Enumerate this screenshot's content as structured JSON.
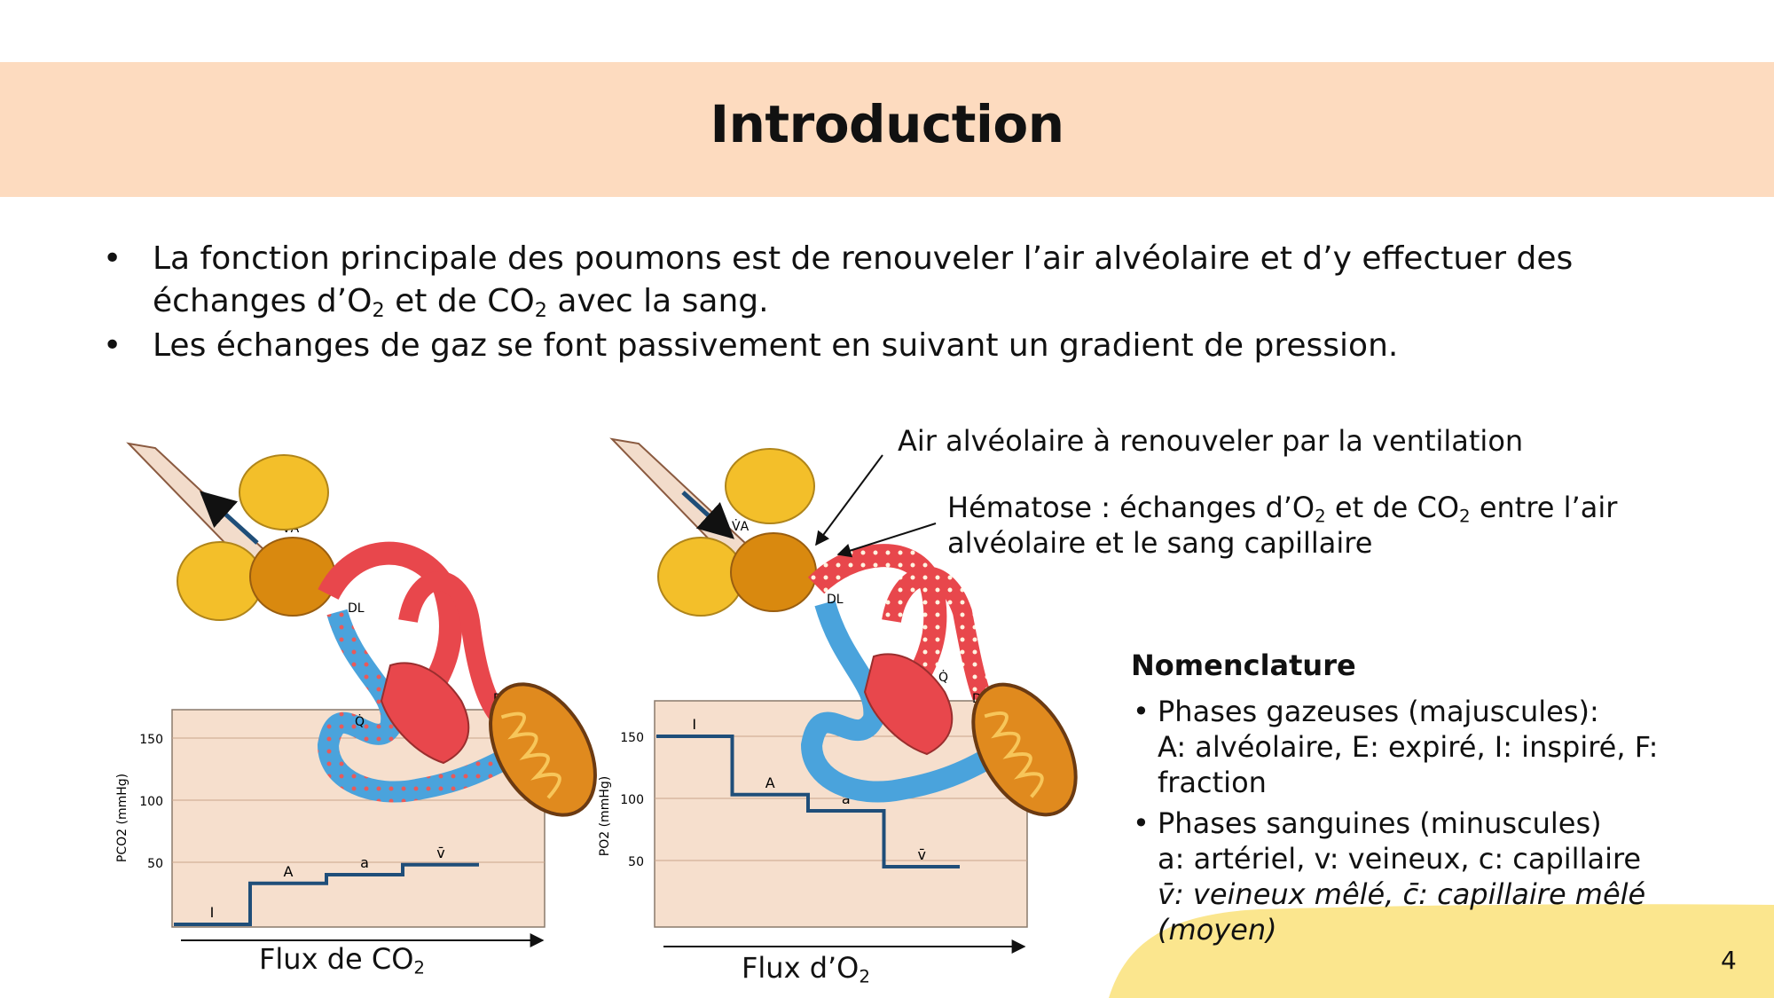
{
  "slide": {
    "title": "Introduction",
    "page_number": "4"
  },
  "bullets": [
    {
      "pre": "La fonction principale des poumons est de renouveler l’air alvéolaire et d’y effectuer des échanges d’O",
      "sub1": "2",
      "mid": " et de CO",
      "sub2": "2",
      "post": " avec la sang."
    },
    {
      "text": "Les échanges de gaz se font passivement en suivant un gradient de pression."
    }
  ],
  "annotations": {
    "air": "Air alvéolaire à renouveler par la ventilation",
    "hematose_pre": "Hématose : échanges d’O",
    "hematose_sub1": "2",
    "hematose_mid": " et de CO",
    "hematose_sub2": "2",
    "hematose_post": " entre l’air",
    "hematose_line2": "alvéolaire et le sang capillaire"
  },
  "nomenclature": {
    "title": "Nomenclature",
    "gas_line1": "Phases gazeuses (majuscules):",
    "gas_line2": "A: alvéolaire, E: expiré, I: inspiré, F: fraction",
    "blood_line1": "Phases sanguines (minuscules)",
    "blood_line2": "a: artériel, v: veineux, c: capillaire",
    "blood_line3": "v̄: veineux mêlé, c̄: capillaire mêlé (moyen)"
  },
  "diagrams": [
    {
      "flux_label": "Flux de CO",
      "flux_sub": "2",
      "y_axis_label": "PCO2 (mmHg)",
      "y_ticks": [
        "150",
        "100",
        "50"
      ],
      "levels": [
        {
          "label": "I",
          "value": 0
        },
        {
          "label": "A",
          "value": 33
        },
        {
          "label": "a",
          "value": 40
        },
        {
          "label": "v̄",
          "value": 48
        }
      ],
      "markers": {
        "va": "V̇A",
        "dl": "DL",
        "q": "Q̇",
        "dt": "Dt"
      }
    },
    {
      "flux_label": "Flux d’O",
      "flux_sub": "2",
      "y_axis_label": "PO2 (mmHg)",
      "y_ticks": [
        "150",
        "100",
        "50"
      ],
      "levels": [
        {
          "label": "I",
          "value": 150
        },
        {
          "label": "A",
          "value": 103
        },
        {
          "label": "a",
          "value": 90
        },
        {
          "label": "v̄",
          "value": 45
        }
      ],
      "markers": {
        "va": "V̇A",
        "dl": "DL",
        "q": "Q̇",
        "dt": "Dt"
      }
    }
  ],
  "colors": {
    "banner": "#fddbbf",
    "chart_bg": "#f6dfcd",
    "step_line": "#1f4e79",
    "blood_red": "#e8474c",
    "blood_blue": "#4aa3dc",
    "alveoli": "#f3bf2a",
    "mitochondria": "#e08a1e",
    "corner": "#fbe68e"
  }
}
